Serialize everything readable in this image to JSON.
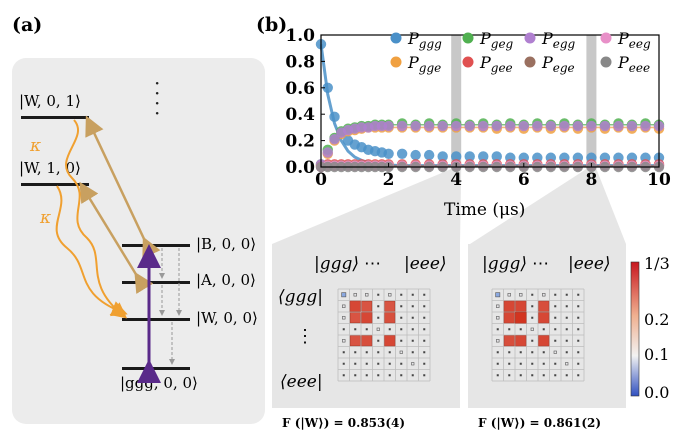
{
  "labels": {
    "panel_a": "(a)",
    "panel_b": "(b)"
  },
  "panel_a": {
    "levels": [
      {
        "label": "|W, 0, 1⟩"
      },
      {
        "label": "|W, 1, 0⟩"
      },
      {
        "label": "|B, 0, 0⟩"
      },
      {
        "label": "|A, 0, 0⟩"
      },
      {
        "label": "|W, 0, 0⟩"
      },
      {
        "label": "|ggg, 0, 0⟩"
      }
    ],
    "kappa": "κ",
    "colors": {
      "decay": "#f0a030",
      "coupling": "#c8a060",
      "drive": "#5a2a8a",
      "dashed": "#999999"
    }
  },
  "chart_data": {
    "type": "scatter",
    "xlabel": "Time (μs)",
    "xlim": [
      0,
      10
    ],
    "ylim": [
      0,
      1
    ],
    "xticks": [
      "0",
      "2",
      "4",
      "6",
      "8",
      "10"
    ],
    "yticks": [
      "0.0",
      "0.2",
      "0.4",
      "0.6",
      "0.8",
      "1.0"
    ],
    "highlight_times": [
      4,
      8
    ],
    "x": [
      0,
      0.2,
      0.4,
      0.6,
      0.8,
      1.0,
      1.2,
      1.4,
      1.6,
      1.8,
      2.0,
      2.4,
      2.8,
      3.2,
      3.6,
      4.0,
      4.4,
      4.8,
      5.2,
      5.6,
      6.0,
      6.4,
      6.8,
      7.2,
      7.6,
      8.0,
      8.4,
      8.8,
      9.2,
      9.6,
      10.0
    ],
    "series": [
      {
        "name": "P_ggg",
        "color": "#4a90c8",
        "values": [
          0.93,
          0.6,
          0.38,
          0.26,
          0.2,
          0.17,
          0.15,
          0.13,
          0.12,
          0.11,
          0.1,
          0.1,
          0.09,
          0.09,
          0.08,
          0.08,
          0.08,
          0.08,
          0.08,
          0.07,
          0.07,
          0.07,
          0.07,
          0.07,
          0.07,
          0.07,
          0.07,
          0.07,
          0.07,
          0.07,
          0.07
        ],
        "fit": [
          0.93,
          0.55,
          0.33,
          0.2,
          0.12,
          0.075,
          0.05,
          0.035,
          0.025,
          0.02,
          0.015,
          0.01,
          0.01,
          0.01,
          0.01,
          0.01,
          0.01,
          0.01,
          0.01,
          0.01,
          0.01,
          0.01,
          0.01,
          0.01,
          0.01,
          0.01,
          0.01,
          0.01,
          0.01,
          0.01,
          0.01
        ]
      },
      {
        "name": "P_gge",
        "color": "#f0a040",
        "values": [
          0.01,
          0.1,
          0.2,
          0.25,
          0.27,
          0.28,
          0.29,
          0.3,
          0.3,
          0.3,
          0.3,
          0.3,
          0.3,
          0.3,
          0.3,
          0.3,
          0.3,
          0.3,
          0.29,
          0.3,
          0.29,
          0.3,
          0.29,
          0.3,
          0.29,
          0.3,
          0.29,
          0.3,
          0.29,
          0.3,
          0.29
        ]
      },
      {
        "name": "P_geg",
        "color": "#50b050",
        "values": [
          0.02,
          0.13,
          0.22,
          0.27,
          0.29,
          0.3,
          0.31,
          0.31,
          0.32,
          0.32,
          0.32,
          0.33,
          0.32,
          0.33,
          0.32,
          0.33,
          0.32,
          0.33,
          0.32,
          0.33,
          0.32,
          0.33,
          0.32,
          0.33,
          0.32,
          0.33,
          0.32,
          0.33,
          0.32,
          0.33,
          0.32
        ]
      },
      {
        "name": "P_gee",
        "color": "#e05050",
        "values": [
          0.01,
          0.02,
          0.02,
          0.02,
          0.02,
          0.02,
          0.02,
          0.02,
          0.02,
          0.02,
          0.02,
          0.02,
          0.02,
          0.02,
          0.02,
          0.02,
          0.02,
          0.02,
          0.02,
          0.02,
          0.02,
          0.02,
          0.02,
          0.02,
          0.02,
          0.02,
          0.02,
          0.02,
          0.02,
          0.02,
          0.02
        ]
      },
      {
        "name": "P_egg",
        "color": "#b080d0",
        "values": [
          0.02,
          0.11,
          0.21,
          0.26,
          0.28,
          0.29,
          0.3,
          0.3,
          0.31,
          0.31,
          0.31,
          0.31,
          0.31,
          0.31,
          0.31,
          0.31,
          0.31,
          0.31,
          0.31,
          0.31,
          0.31,
          0.31,
          0.31,
          0.31,
          0.31,
          0.31,
          0.31,
          0.31,
          0.31,
          0.31,
          0.31
        ]
      },
      {
        "name": "P_ege",
        "color": "#9a7060",
        "values": [
          0.0,
          0.01,
          0.01,
          0.01,
          0.01,
          0.01,
          0.01,
          0.01,
          0.01,
          0.01,
          0.01,
          0.01,
          0.01,
          0.01,
          0.01,
          0.01,
          0.01,
          0.01,
          0.01,
          0.01,
          0.01,
          0.01,
          0.01,
          0.01,
          0.01,
          0.01,
          0.01,
          0.01,
          0.01,
          0.01,
          0.01
        ]
      },
      {
        "name": "P_eeg",
        "color": "#e890c8",
        "values": [
          0.0,
          0.01,
          0.01,
          0.01,
          0.01,
          0.01,
          0.01,
          0.01,
          0.01,
          0.01,
          0.01,
          0.01,
          0.01,
          0.01,
          0.01,
          0.01,
          0.01,
          0.01,
          0.01,
          0.01,
          0.01,
          0.01,
          0.01,
          0.01,
          0.01,
          0.01,
          0.01,
          0.01,
          0.01,
          0.01,
          0.01
        ]
      },
      {
        "name": "P_eee",
        "color": "#888888",
        "values": [
          0.0,
          0.0,
          0.0,
          0.0,
          0.0,
          0.0,
          0.0,
          0.0,
          0.0,
          0.0,
          0.0,
          0.0,
          0.0,
          0.0,
          0.0,
          0.0,
          0.0,
          0.0,
          0.0,
          0.0,
          0.0,
          0.0,
          0.0,
          0.0,
          0.0,
          0.0,
          0.0,
          0.0,
          0.0,
          0.0,
          0.0
        ]
      }
    ],
    "legend_labels": [
      {
        "main": "P",
        "sub": "ggg"
      },
      {
        "main": "P",
        "sub": "gge"
      },
      {
        "main": "P",
        "sub": "geg"
      },
      {
        "main": "P",
        "sub": "gee"
      },
      {
        "main": "P",
        "sub": "egg"
      },
      {
        "main": "P",
        "sub": "ege"
      },
      {
        "main": "P",
        "sub": "eeg"
      },
      {
        "main": "P",
        "sub": "eee"
      }
    ]
  },
  "matrices": {
    "col_header_left": "|ggg⟩",
    "col_header_dots": "⋯",
    "col_header_right": "|eee⟩",
    "row_top": "⟨ggg|",
    "row_dots": "⋮",
    "row_bottom": "⟨eee|",
    "fidelities": [
      "F (|W⟩) = 0.853(4)",
      "F (|W⟩) = 0.861(2)"
    ],
    "colorbar_ticks": [
      "1/3",
      "0.2",
      "0.1",
      "0.0"
    ],
    "colorbar_range": [
      0,
      0.3333
    ],
    "cell_values": [
      [
        [
          0.05,
          0.02,
          0.02,
          0,
          0.02,
          0,
          0,
          0
        ],
        [
          0.02,
          0.3,
          0.28,
          0,
          0.28,
          0,
          0,
          0
        ],
        [
          0.02,
          0.28,
          0.3,
          0,
          0.29,
          0,
          0,
          0
        ],
        [
          0,
          0,
          0,
          0.01,
          0,
          0,
          0,
          0
        ],
        [
          0.02,
          0.28,
          0.29,
          0,
          0.3,
          0,
          0,
          0
        ],
        [
          0,
          0,
          0,
          0,
          0,
          0.01,
          0,
          0
        ],
        [
          0,
          0,
          0,
          0,
          0,
          0,
          0.01,
          0
        ],
        [
          0,
          0,
          0,
          0,
          0,
          0,
          0,
          0
        ]
      ],
      [
        [
          0.05,
          0.02,
          0.02,
          0,
          0.02,
          0,
          0,
          0
        ],
        [
          0.02,
          0.3,
          0.3,
          0,
          0.29,
          0,
          0,
          0
        ],
        [
          0.02,
          0.3,
          0.33,
          0,
          0.3,
          0,
          0,
          0
        ],
        [
          0,
          0,
          0,
          0.01,
          0,
          0,
          0,
          0
        ],
        [
          0.02,
          0.29,
          0.3,
          0,
          0.3,
          0,
          0,
          0
        ],
        [
          0,
          0,
          0,
          0,
          0,
          0.01,
          0,
          0
        ],
        [
          0,
          0,
          0,
          0,
          0,
          0,
          0.01,
          0
        ],
        [
          0,
          0,
          0,
          0,
          0,
          0,
          0,
          0
        ]
      ]
    ]
  }
}
